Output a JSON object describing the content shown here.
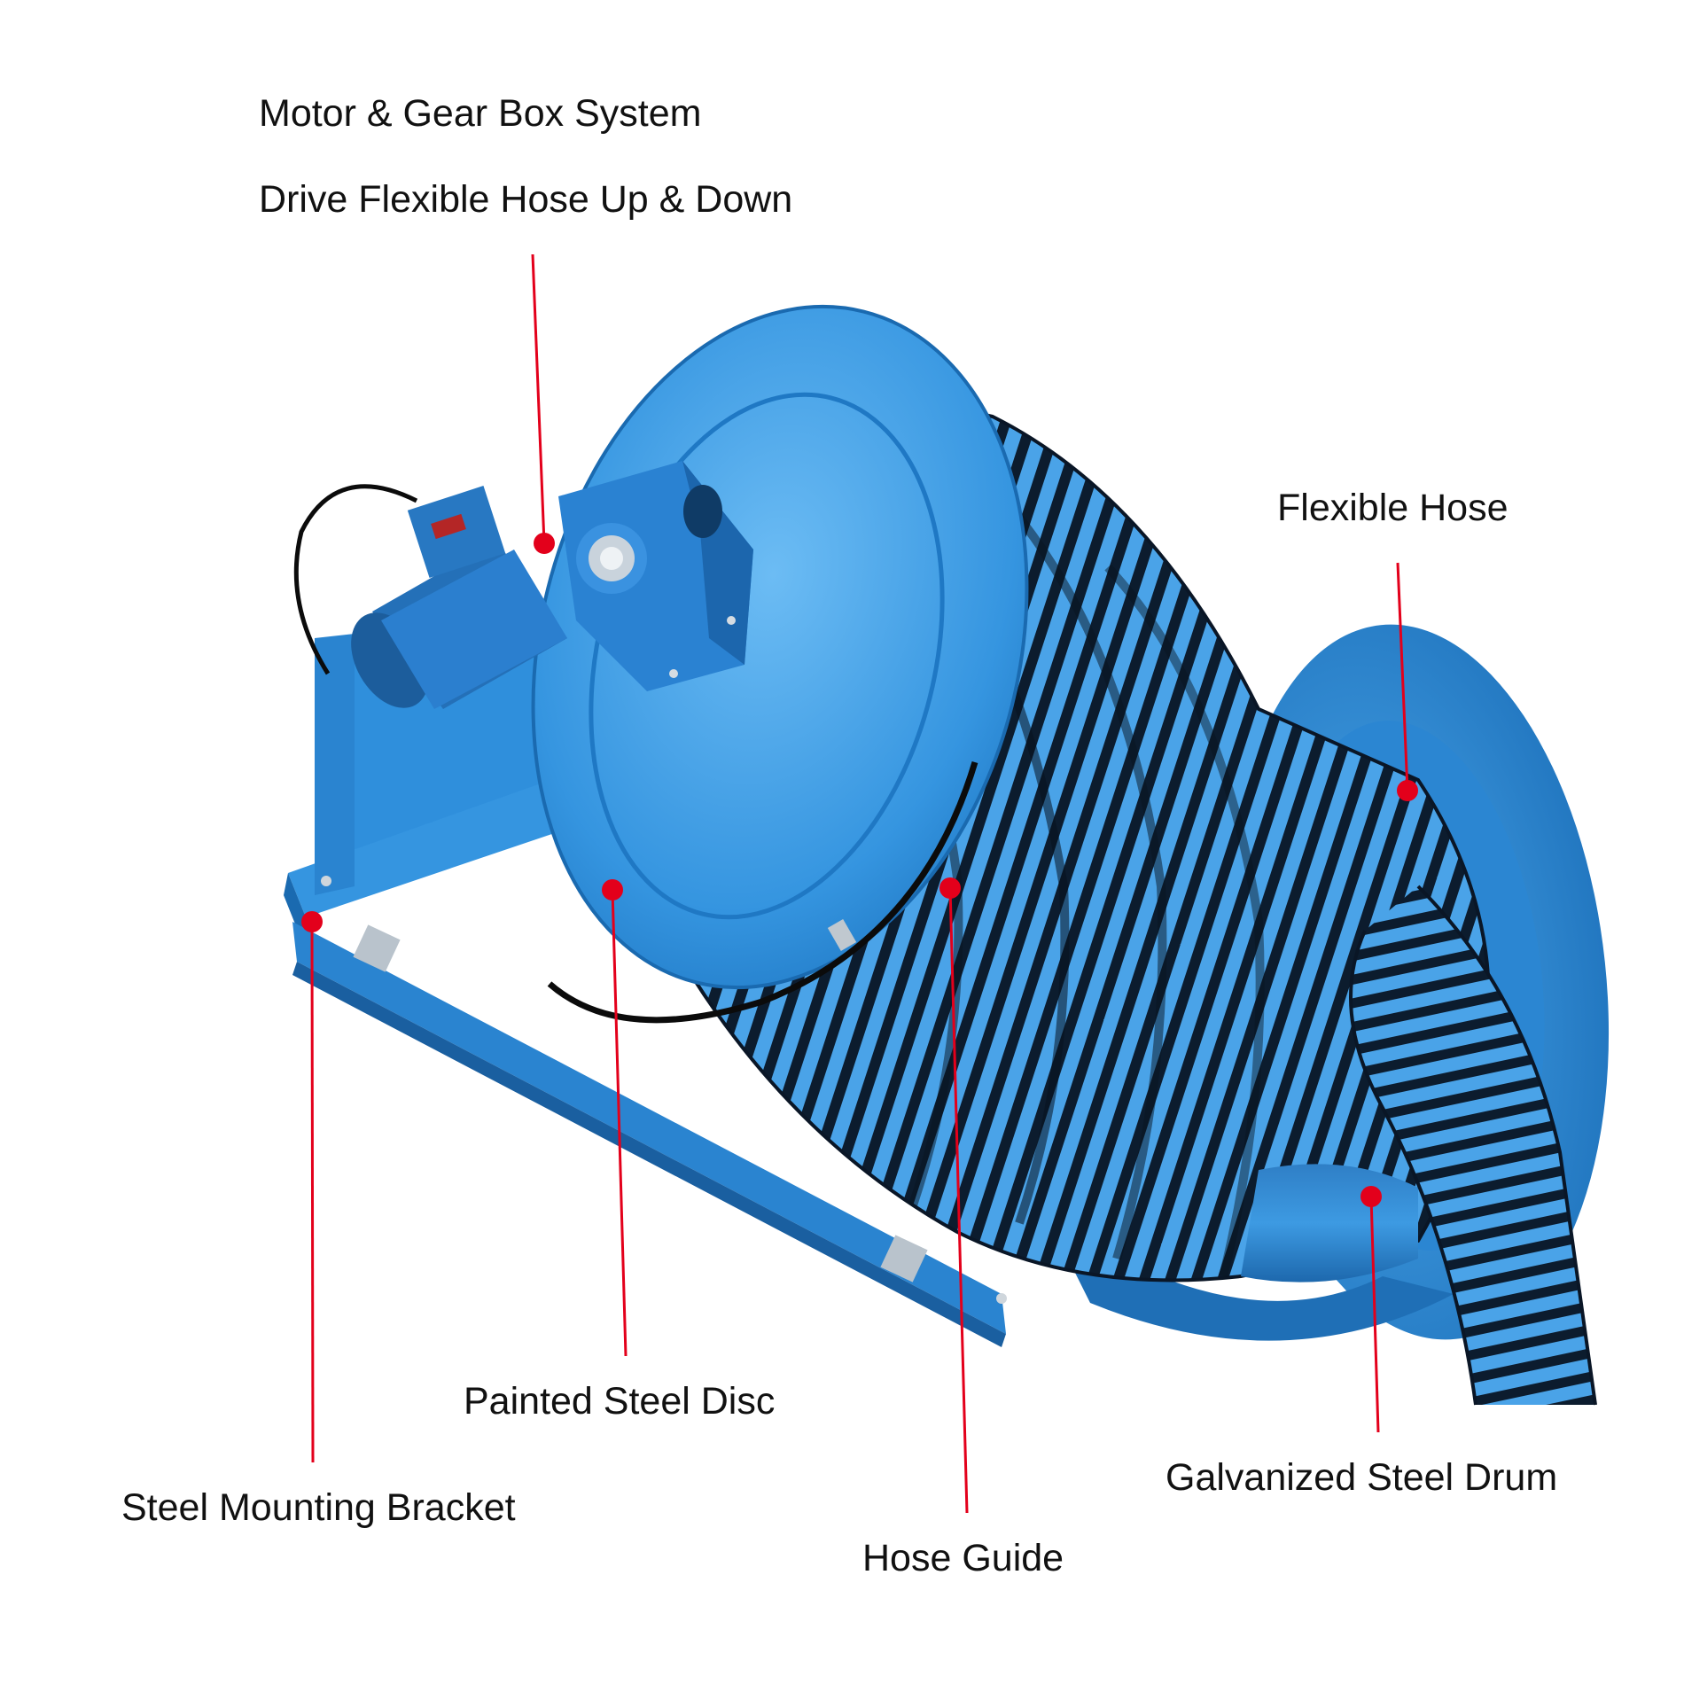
{
  "labels": {
    "motor_line1": "Motor & Gear Box System",
    "motor_line2": "Drive Flexible Hose Up & Down",
    "flexible_hose": "Flexible Hose",
    "painted_disc": "Painted Steel Disc",
    "mounting_bracket": "Steel Mounting Bracket",
    "hose_guide": "Hose Guide",
    "drum": "Galvanized Steel Drum"
  },
  "colors": {
    "reel_blue": "#2f8fdc",
    "reel_blue_dark": "#1a6ab0",
    "reel_blue_light": "#5fb0ee",
    "hose_stripe": "#4aa3e8",
    "hose_dark": "#0c1c2e",
    "leader_red": "#e3001b",
    "text": "#111111"
  },
  "icons": {
    "motor": "electric-motor",
    "gearbox": "worm-gearbox",
    "hose": "corrugated-hose"
  }
}
